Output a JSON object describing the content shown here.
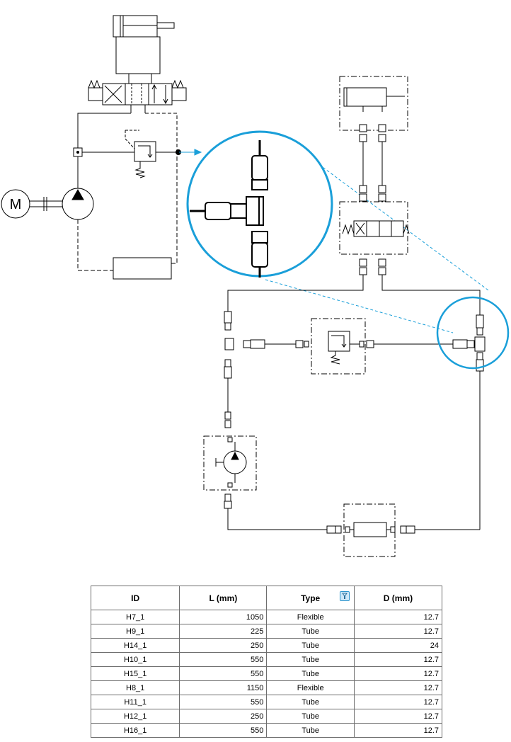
{
  "table": {
    "columns": [
      "ID",
      "L (mm)",
      "Type",
      "D (mm)"
    ],
    "rows": [
      {
        "id": "H7_1",
        "length": "1050",
        "type": "Flexible",
        "diameter": "12.7"
      },
      {
        "id": "H9_1",
        "length": "225",
        "type": "Tube",
        "diameter": "12.7"
      },
      {
        "id": "H14_1",
        "length": "250",
        "type": "Tube",
        "diameter": "24"
      },
      {
        "id": "H10_1",
        "length": "550",
        "type": "Tube",
        "diameter": "12.7"
      },
      {
        "id": "H15_1",
        "length": "550",
        "type": "Tube",
        "diameter": "12.7"
      },
      {
        "id": "H8_1",
        "length": "1150",
        "type": "Flexible",
        "diameter": "12.7"
      },
      {
        "id": "H11_1",
        "length": "550",
        "type": "Tube",
        "diameter": "12.7"
      },
      {
        "id": "H12_1",
        "length": "250",
        "type": "Tube",
        "diameter": "12.7"
      },
      {
        "id": "H16_1",
        "length": "550",
        "type": "Tube",
        "diameter": "12.7"
      }
    ],
    "type_filter_icon": "filter-icon"
  },
  "diagram": {
    "motor_label": "M",
    "highlight_color": "#1a9fd9"
  }
}
